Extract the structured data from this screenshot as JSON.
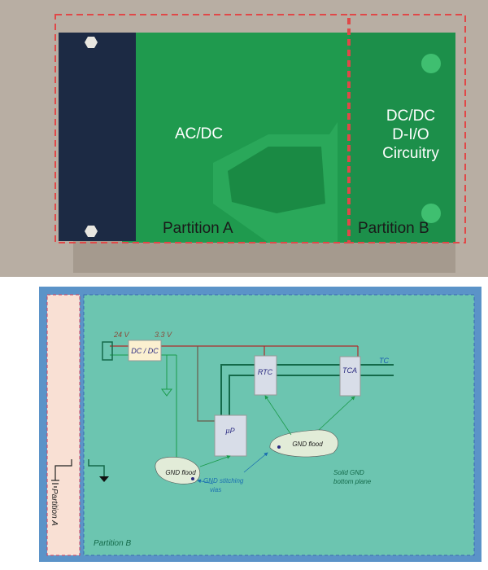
{
  "photo": {
    "label_acdc": "AC/DC",
    "label_dcdc": [
      "DC/DC",
      "D-I/O",
      "Circuitry"
    ],
    "partition_a": "Partition A",
    "partition_b": "Partition B"
  },
  "diagram": {
    "voltage_in": "24 V",
    "voltage_out": "3.3 V",
    "dcdc": "DC / DC",
    "rtc": "RTC",
    "tca": "TCA",
    "up": "µP",
    "tc": "TC",
    "gnd_flood_1": "GND flood",
    "gnd_flood_2": "GND flood",
    "stitching": [
      "GND stitching",
      "vias"
    ],
    "solid_gnd": [
      "Solid GND",
      "bottom plane"
    ],
    "partition_a": "Partition A",
    "partition_b": "Partition B"
  },
  "colors": {
    "pcb": "#1f9a4e",
    "heatsink": "#1c2a44",
    "diagram_bg": "#6cc5b0",
    "frame": "#5b93c8",
    "partition_a_bg": "#f9e0d4",
    "power": "#b02a2a"
  }
}
